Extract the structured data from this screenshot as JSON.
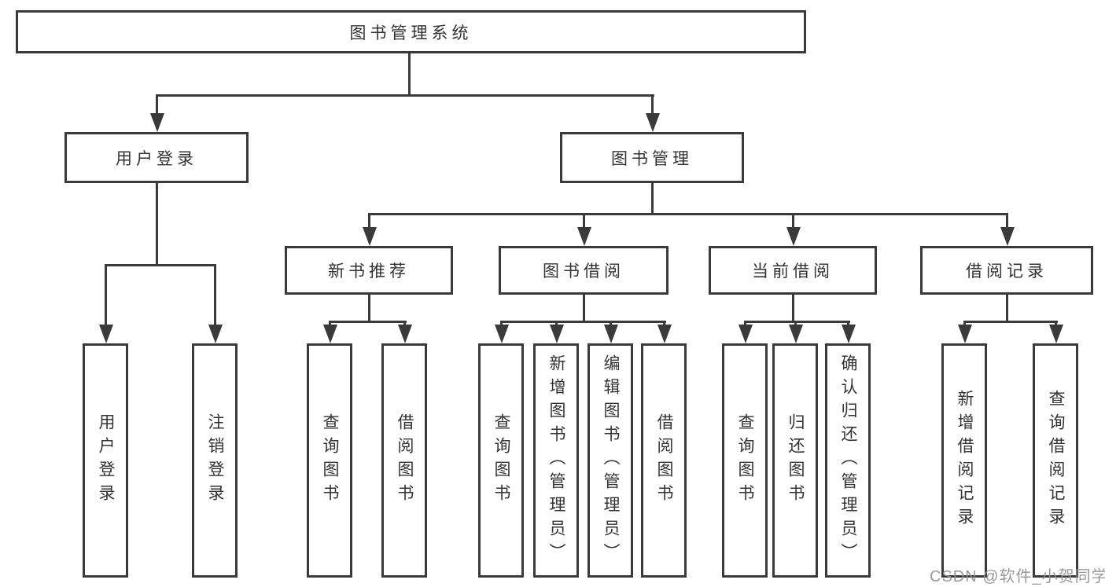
{
  "tree": {
    "root": "图书管理系统",
    "children": [
      {
        "label": "用户登录",
        "children": [
          "用户登录",
          "注销登录"
        ]
      },
      {
        "label": "图书管理",
        "children": [
          {
            "label": "新书推荐",
            "children": [
              "查询图书",
              "借阅图书"
            ]
          },
          {
            "label": "图书借阅",
            "children": [
              "查询图书",
              "新增图书（管理员）",
              "编辑图书（管理员）",
              "借阅图书"
            ]
          },
          {
            "label": "当前借阅",
            "children": [
              "查询图书",
              "归还图书",
              "确认归还（管理员）"
            ]
          },
          {
            "label": "借阅记录",
            "children": [
              "新增借阅记录",
              "查询借阅记录"
            ]
          }
        ]
      }
    ]
  },
  "watermark": "CSDN @软件_小贺同学",
  "colors": {
    "line": "#3a3a3a",
    "text": "#333333",
    "watermark": "#919191",
    "background": "#ffffff"
  }
}
